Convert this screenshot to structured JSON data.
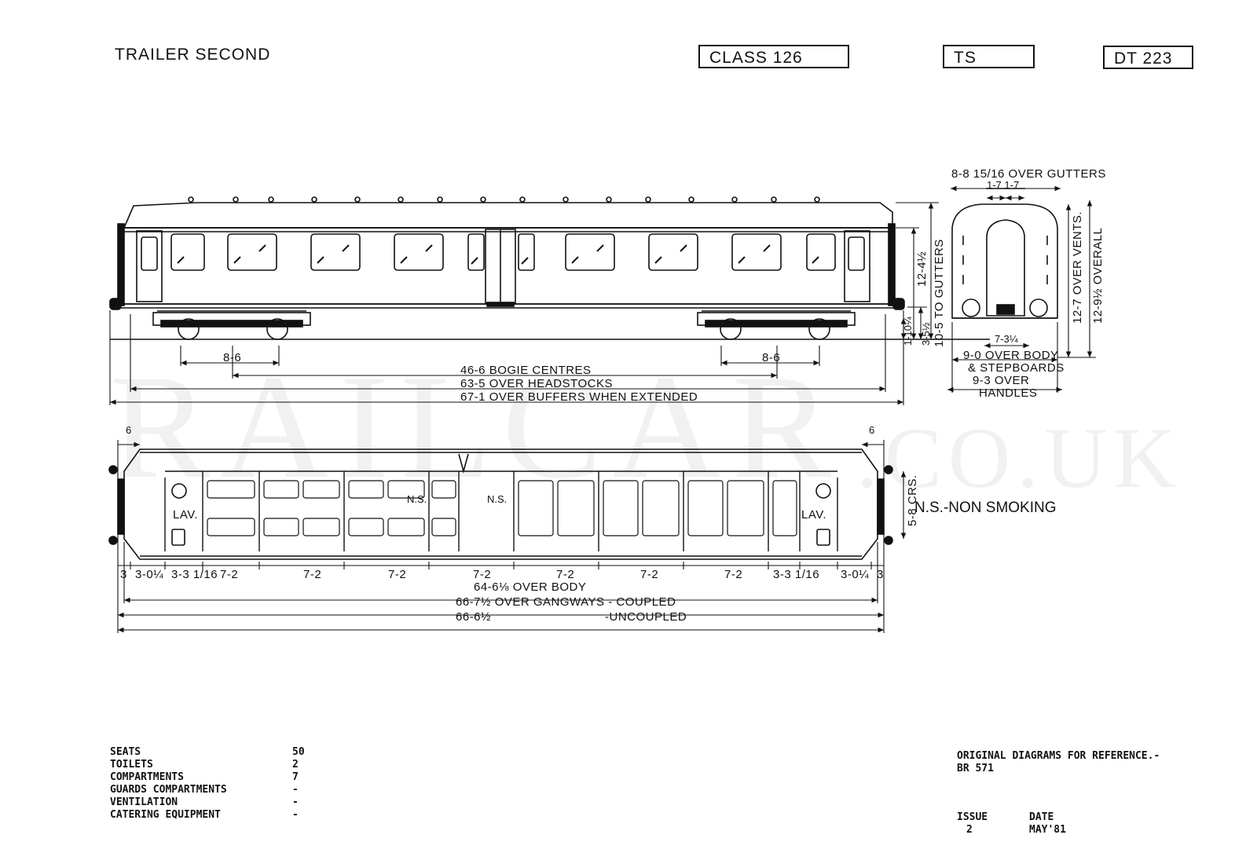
{
  "header": {
    "title": "TRAILER SECOND",
    "class_box": "CLASS 126",
    "type_box": "TS",
    "diagram_box": "DT 223"
  },
  "side_view": {
    "bogie_centres": "46-6 BOGIE CENTRES",
    "over_headstocks": "63-5 OVER HEADSTOCKS",
    "over_buffers": "67-1 OVER BUFFERS WHEN EXTENDED",
    "bogie_wheelbase_left": "8-6",
    "bogie_wheelbase_right": "8-6",
    "height_to_floor": "3-5½",
    "height_buffer": "1-10¼",
    "height_to_gutters": "10-5 TO GUTTERS",
    "height_body": "12-4½"
  },
  "end_view": {
    "over_gutters": "8-8 15/16 OVER GUTTERS",
    "gutter_split": "1-7  1-7",
    "over_vents": "12-7 OVER VENTS.",
    "overall": "12-9½ OVERALL",
    "bogie_width": "7-3¼",
    "over_body": "9-0 OVER BODY",
    "stepboards": "& STEPBOARDS",
    "over_handles_1": "9-3 OVER",
    "over_handles_2": "HANDLES"
  },
  "plan_view": {
    "end_offset_left": "6",
    "end_offset_right": "6",
    "lav_left": "LAV.",
    "lav_right": "LAV.",
    "ns_1": "N.S.",
    "ns_2": "N.S.",
    "crs": "5-8 CRS.",
    "legend": "N.S.-NON SMOKING",
    "dims": [
      "3",
      "3-0¼",
      "3-3 1/16",
      "7-2",
      "7-2",
      "7-2",
      "7-2",
      "7-2",
      "7-2",
      "7-2",
      "3-3 1/16",
      "3-0¼",
      "3"
    ],
    "over_body": "64-6⅛ OVER BODY",
    "over_gangways_coupled": "66-7½ OVER GANGWAYS - COUPLED",
    "uncoupled_value": "66-6½",
    "uncoupled_label": "-UNCOUPLED"
  },
  "watermark": {
    "main": "RAILCAR",
    "suffix": ".CO.UK"
  },
  "specs": [
    {
      "label": "SEATS",
      "value": "50"
    },
    {
      "label": "TOILETS",
      "value": "2"
    },
    {
      "label": "COMPARTMENTS",
      "value": "7"
    },
    {
      "label": "GUARDS COMPARTMENTS",
      "value": "-"
    },
    {
      "label": "VENTILATION",
      "value": "-"
    },
    {
      "label": "CATERING EQUIPMENT",
      "value": "-"
    }
  ],
  "reference": {
    "line1": "ORIGINAL DIAGRAMS FOR REFERENCE.-",
    "line2": "BR 571",
    "issue_label": "ISSUE",
    "date_label": "DATE",
    "issue_value": "2",
    "date_value": "MAY'81"
  }
}
